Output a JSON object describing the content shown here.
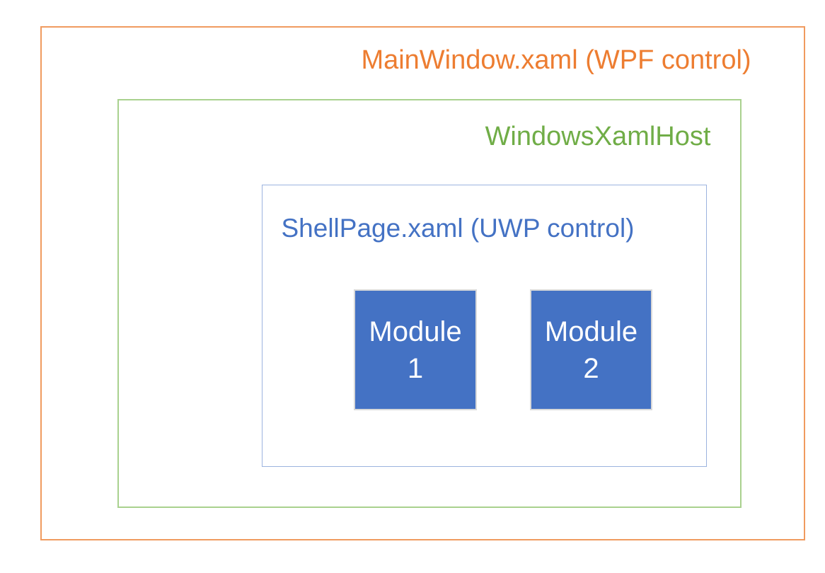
{
  "diagram": {
    "boxes": {
      "main_window": {
        "label": "MainWindow.xaml (WPF control)"
      },
      "xaml_host": {
        "label": "WindowsXamlHost"
      },
      "shell_page": {
        "label": "ShellPage.xaml (UWP control)"
      }
    },
    "modules": [
      {
        "name": "Module",
        "number": "1"
      },
      {
        "name": "Module",
        "number": "2"
      }
    ],
    "colors": {
      "main_window_text": "#ED7D31",
      "main_window_border": "#F09B5F",
      "xaml_host_text": "#70AD47",
      "xaml_host_border": "#A9D18E",
      "shell_page_text": "#4472C4",
      "shell_page_border": "#9CB3DF",
      "module_fill": "#4472C4",
      "module_border": "#D9D9D9",
      "module_text": "#FFFFFF",
      "background": "#FFFFFF"
    }
  }
}
